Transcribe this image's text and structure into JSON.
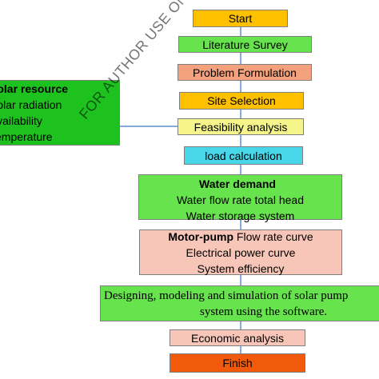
{
  "colors": {
    "start": "#ffc000",
    "literature": "#66e34d",
    "problem": "#f4a27d",
    "site": "#ffc000",
    "feasibility": "#f5f58c",
    "load": "#47d7e8",
    "green": "#66e34d",
    "pink": "#f7c6b8",
    "finish": "#f05a0a",
    "solar": "#1ec21e",
    "connector": "#5b8fd0"
  },
  "flow": {
    "start": "Start",
    "literature": "Literature Survey",
    "problem": "Problem Formulation",
    "site": "Site Selection",
    "feasibility": "Feasibility analysis",
    "load": "load calculation",
    "water_demand": {
      "title": "Water demand",
      "line1": "Water flow rate total head",
      "line2": "Water storage system"
    },
    "motor_pump": {
      "title": "Motor-pump",
      "title_rest": " Flow rate curve",
      "line1": "Electrical power curve",
      "line2": "System efficiency"
    },
    "designing": {
      "line1": "Designing, modeling and simulation of solar pump",
      "line2": "system using the software."
    },
    "economic": "Economic analysis",
    "finish": "Finish"
  },
  "solar_resource": {
    "title": "Solar resource",
    "line1": "Solar radiation",
    "line2": "Availability",
    "line3": "Temperature"
  },
  "watermark": "FOR AUTHOR USE ONLY"
}
